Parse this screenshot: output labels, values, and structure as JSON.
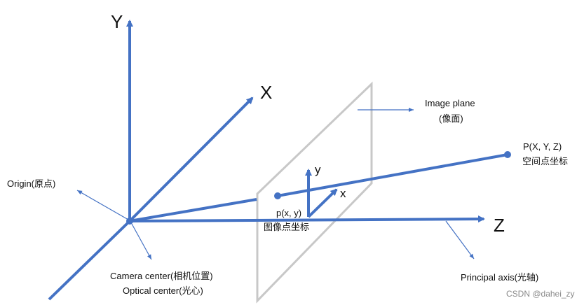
{
  "colors": {
    "axis": "#4472c4",
    "plane": "#c8c8c8",
    "text": "#111111",
    "watermark": "#8a8a8a"
  },
  "labels": {
    "axis_Y": "Y",
    "axis_X": "X",
    "axis_Z": "Z",
    "image_y": "y",
    "image_x": "x",
    "image_plane_line1": "Image plane",
    "image_plane_line2": "(像面)",
    "point_P_line1": "P(X, Y, Z)",
    "point_P_line2": "空间点坐标",
    "origin": "Origin(原点)",
    "point_p_line1": "p(x, y)",
    "point_p_line2": "图像点坐标",
    "camera_center_line1": "Camera center(相机位置)",
    "camera_center_line2": "Optical center(光心)",
    "principal_axis": "Principal axis(光轴)",
    "watermark": "CSDN @dahei_zy"
  }
}
